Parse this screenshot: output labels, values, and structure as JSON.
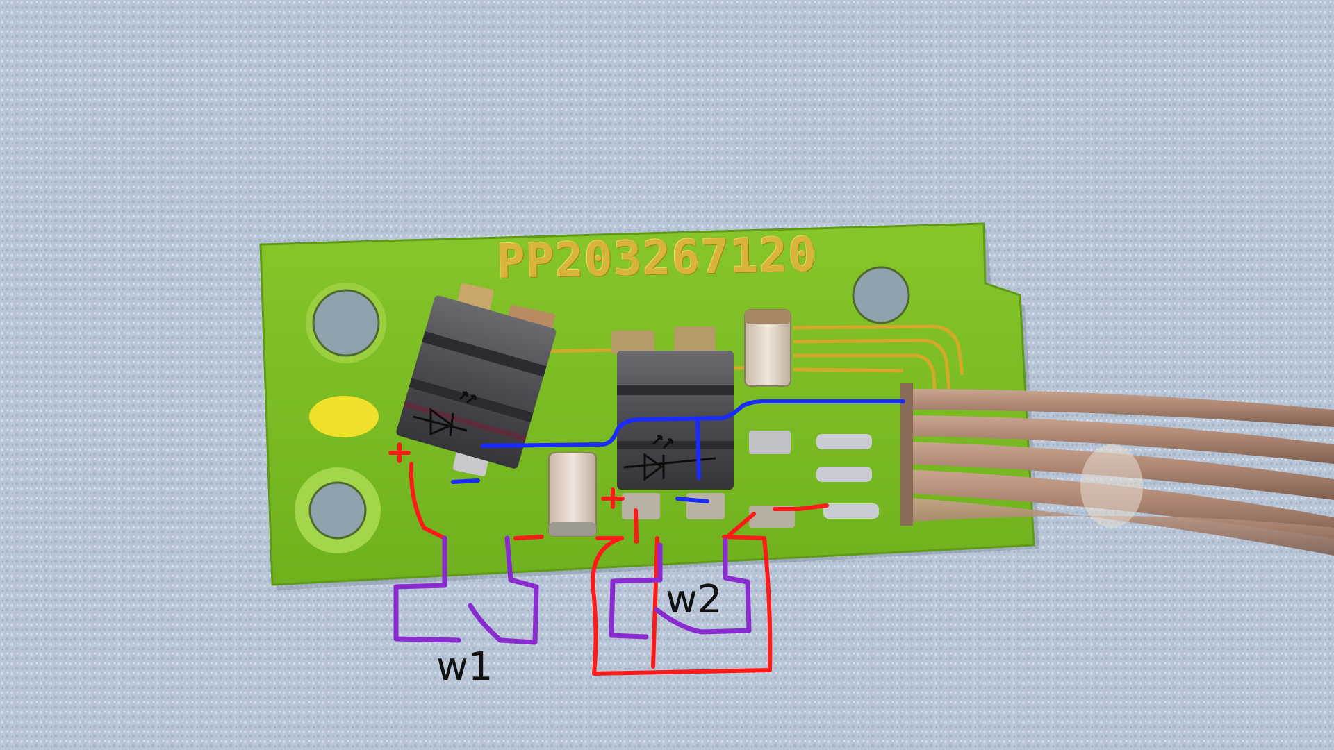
{
  "image": {
    "subject": "small green circuit board with two LEDs, capacitors and a brown ribbon cable, hand-drawn wiring annotations",
    "pcb_marking": "PP203267120",
    "annotation_labels": {
      "w1": "w1",
      "w2": "w2"
    },
    "annotation_colors": {
      "positive": "#ff1a1a",
      "negative": "#1a2bff",
      "wire": "#8a2bd0",
      "text": "#111111"
    },
    "icons": [
      "led-diode-symbol-icon",
      "led-diode-symbol-icon"
    ]
  }
}
